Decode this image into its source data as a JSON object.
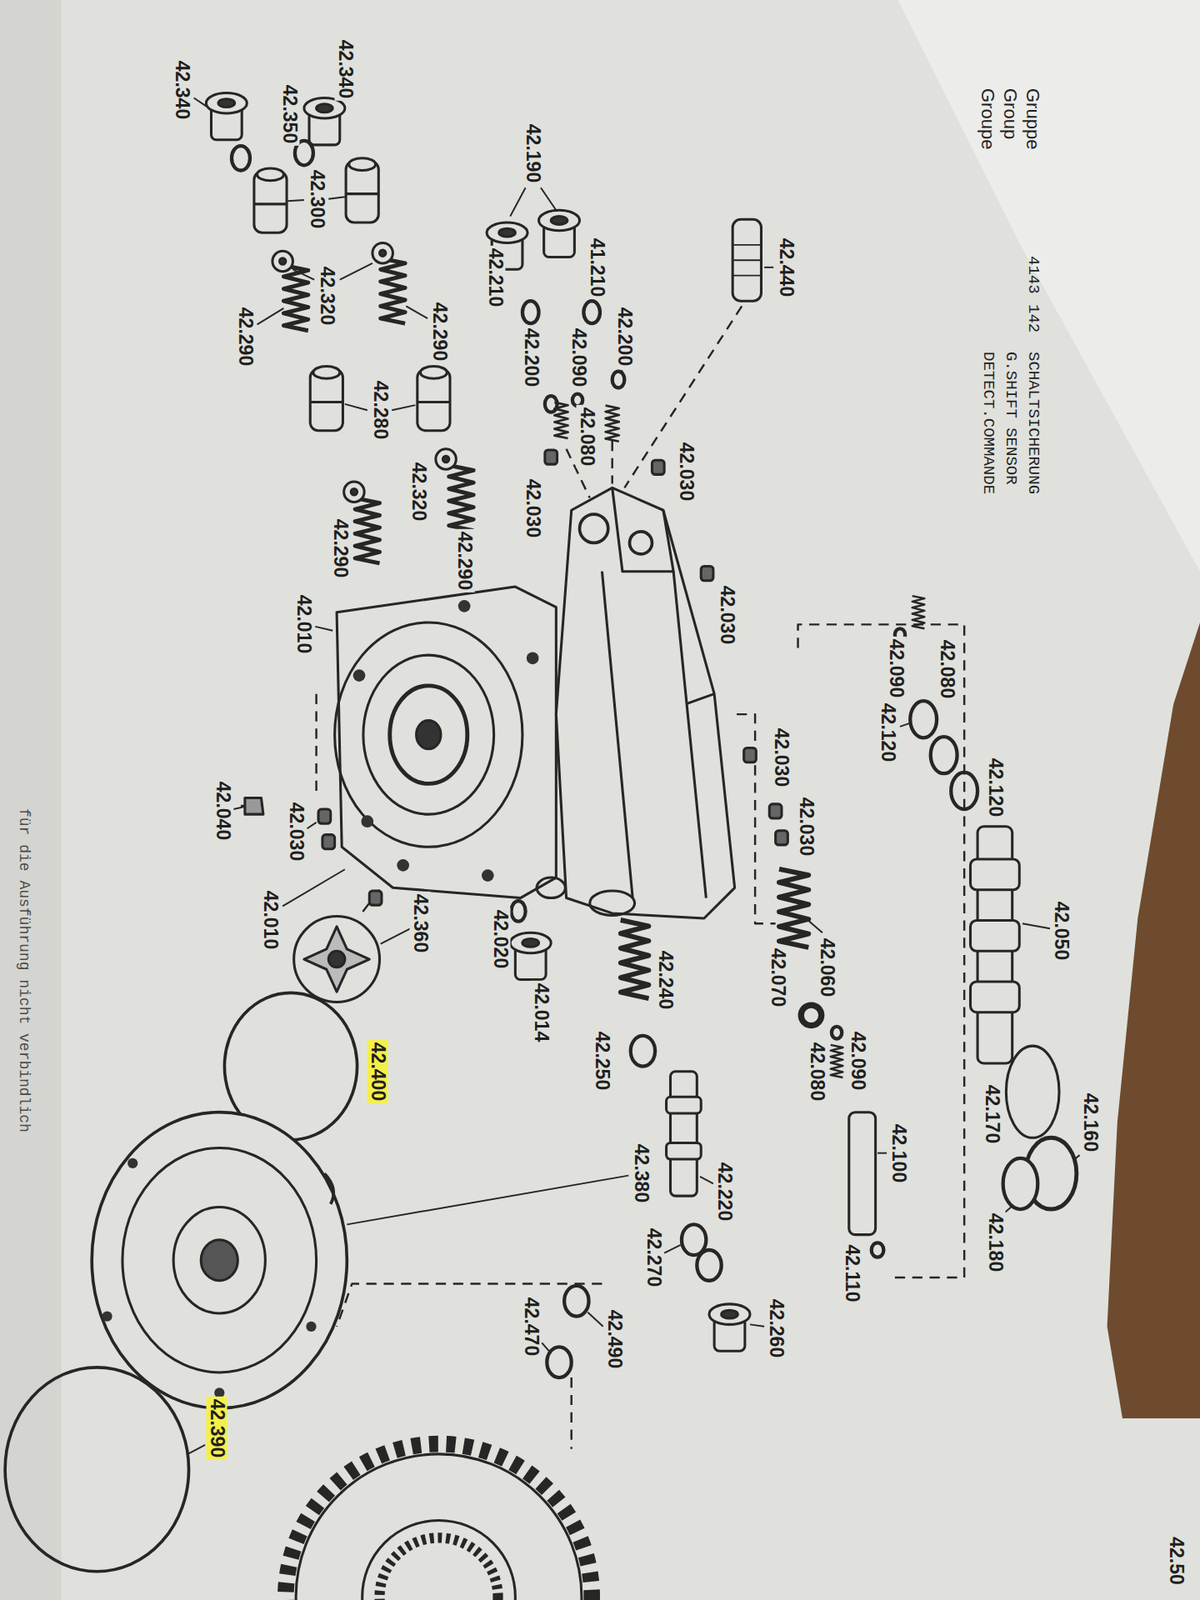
{
  "diagram": {
    "labels": [
      "Gruppe",
      "4143",
      "142",
      "SCHALTSICHERUNG",
      "Group",
      "G.SHIFT SENSOR",
      "Groupe",
      "DETECT.COMMANDE",
      "42.440",
      "42.190",
      "41.210",
      "42.200",
      "42.090",
      "42.080",
      "42.210",
      "42.200",
      "42.030",
      "42.030",
      "42.340",
      "42.350",
      "42.300",
      "42.340",
      "42.320",
      "42.290",
      "42.290",
      "42.280",
      "42.320",
      "42.290",
      "42.290",
      "42.010",
      "42.030",
      "42.080",
      "42.090",
      "42.120",
      "42.120",
      "42.030",
      "42.030",
      "42.040",
      "42.030",
      "42.010",
      "42.360",
      "42.020",
      "42.014",
      "42.050",
      "42.060",
      "42.070",
      "42.240",
      "42.090",
      "42.080",
      "42.250",
      "42.400",
      "42.170",
      "42.160",
      "42.100",
      "42.380",
      "42.220",
      "42.180",
      "42.270",
      "42.110",
      "42.260",
      "42.490",
      "42.470",
      "42.390",
      "42.50",
      "für die Ausführung nicht verbindlich"
    ]
  }
}
